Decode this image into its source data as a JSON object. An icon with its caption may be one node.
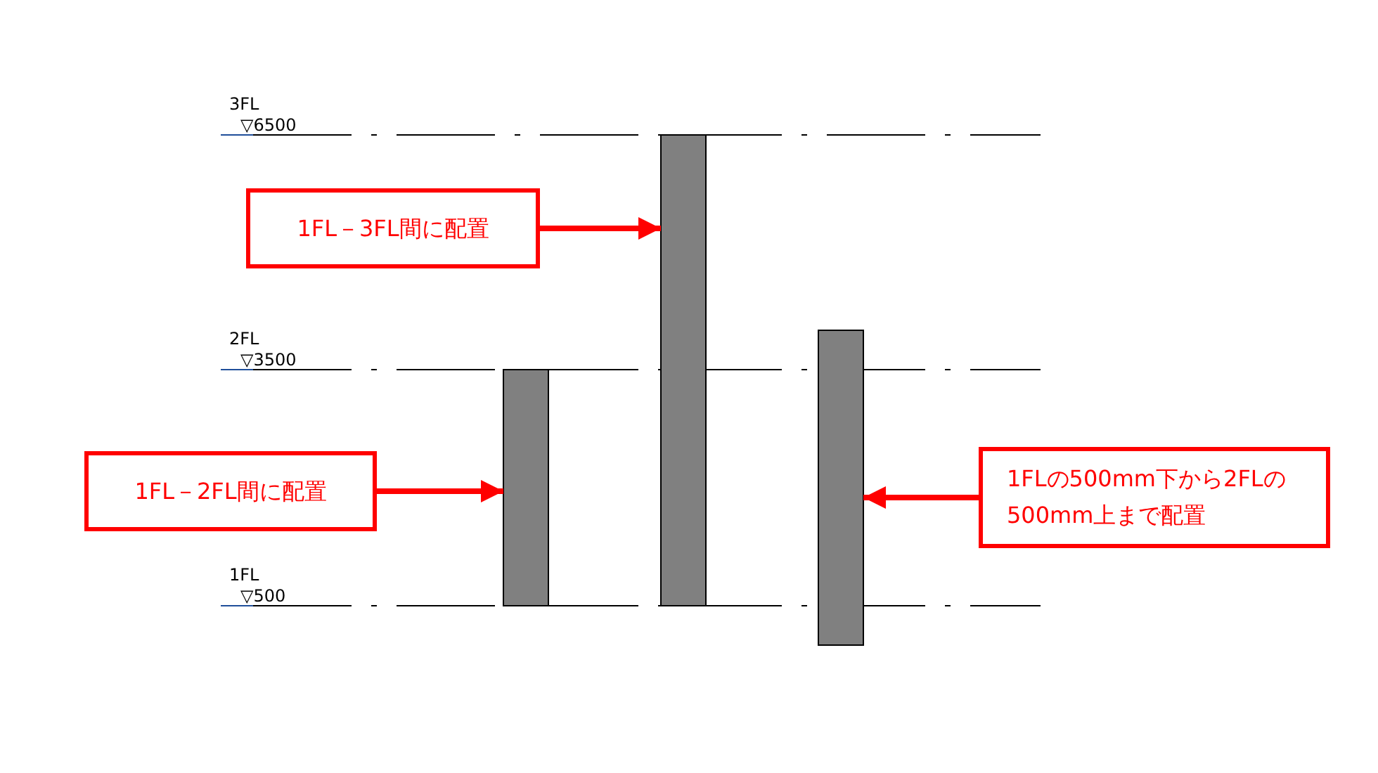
{
  "diagram": {
    "nodes": [
      {
        "text": [
          "1FL－3FL間に配置"
        ]
      },
      {
        "text": [],
        "shape": "bar"
      },
      {
        "text": [],
        "shape": "bar"
      },
      {
        "text": [],
        "shape": "bar"
      },
      {
        "text": [
          "1FL－2FL間に配置"
        ]
      },
      {
        "text": [
          "1FLの500mm下から2FLの500mm上まで配置"
        ]
      }
    ],
    "edges": [
      {
        "from": 0,
        "to": 2,
        "arrow": "to"
      },
      {
        "from": 4,
        "to": 1,
        "arrow": "to"
      },
      {
        "from": 5,
        "to": 3,
        "arrow": "to"
      }
    ],
    "labels": [
      "3FL",
      "▽6500",
      "2FL",
      "▽3500",
      "1FL",
      "▽500"
    ]
  }
}
